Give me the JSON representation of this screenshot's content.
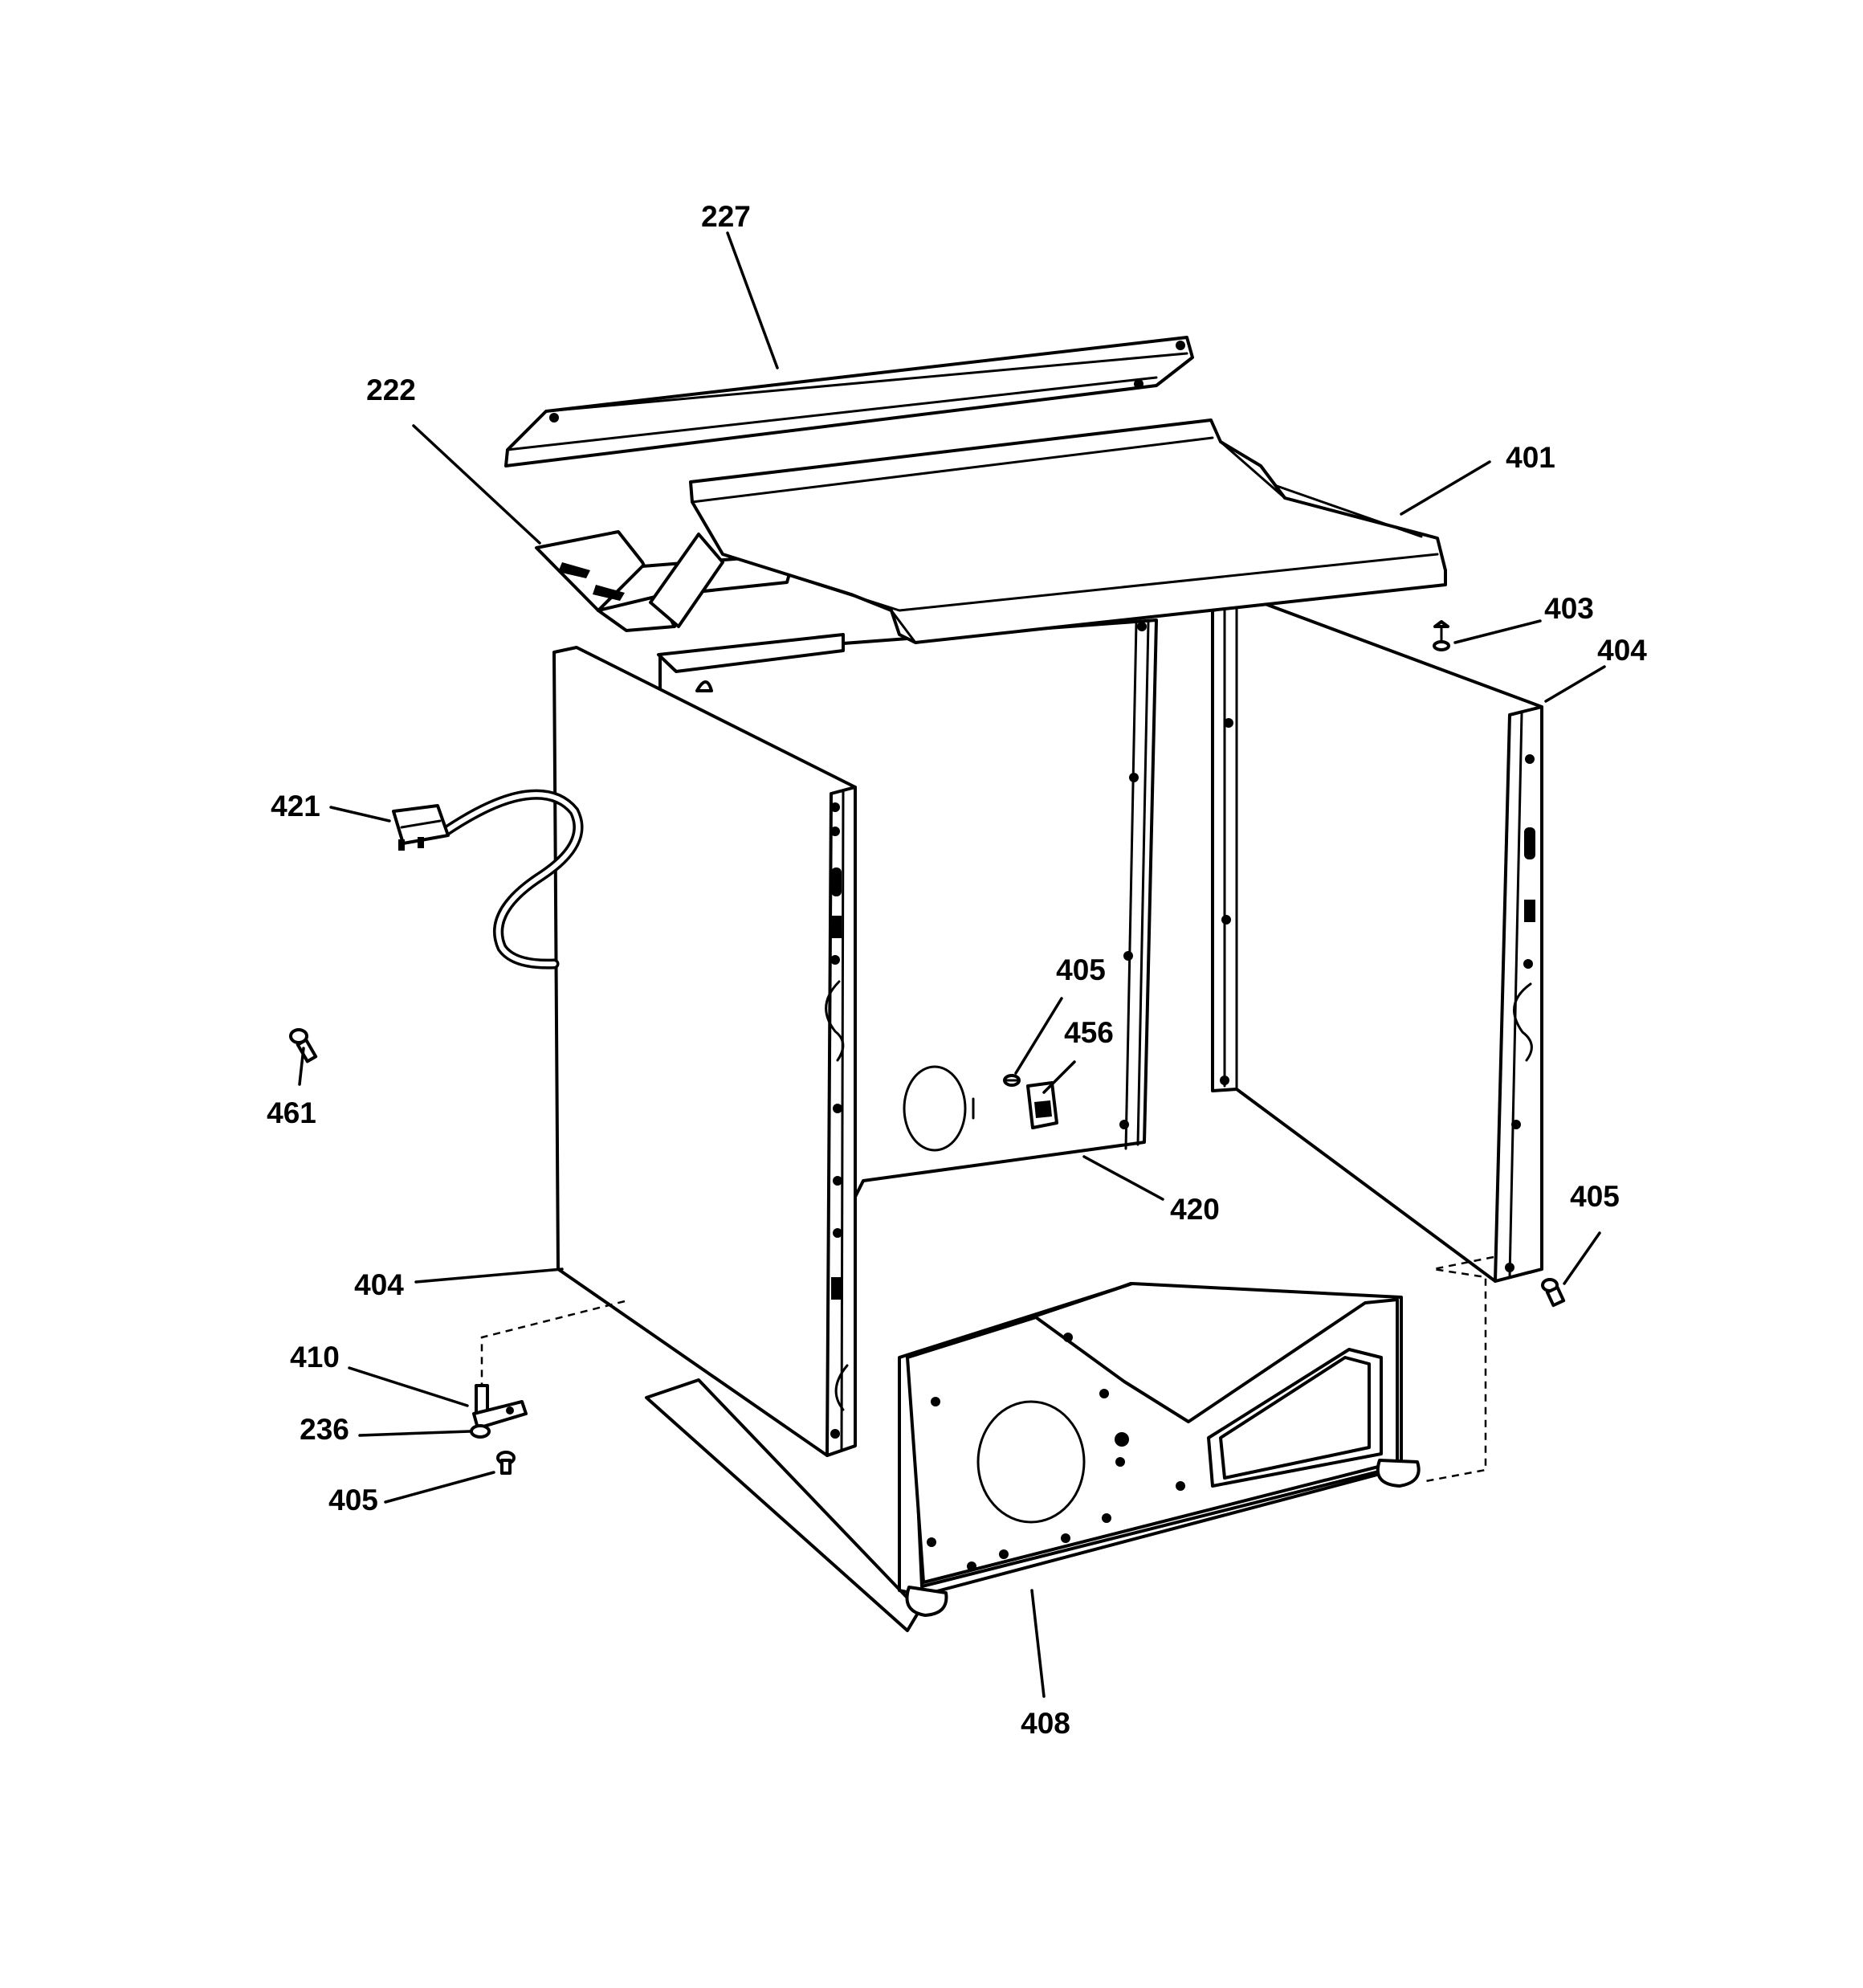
{
  "diagram": {
    "callouts": [
      {
        "id": "c227",
        "text": "227"
      },
      {
        "id": "c222",
        "text": "222"
      },
      {
        "id": "c401",
        "text": "401"
      },
      {
        "id": "c403",
        "text": "403"
      },
      {
        "id": "c404r",
        "text": "404"
      },
      {
        "id": "c421",
        "text": "421"
      },
      {
        "id": "c405a",
        "text": "405"
      },
      {
        "id": "c456",
        "text": "456"
      },
      {
        "id": "c461",
        "text": "461"
      },
      {
        "id": "c420",
        "text": "420"
      },
      {
        "id": "c405b",
        "text": "405"
      },
      {
        "id": "c404l",
        "text": "404"
      },
      {
        "id": "c410",
        "text": "410"
      },
      {
        "id": "c236",
        "text": "236"
      },
      {
        "id": "c405c",
        "text": "405"
      },
      {
        "id": "c408",
        "text": "408"
      }
    ]
  }
}
